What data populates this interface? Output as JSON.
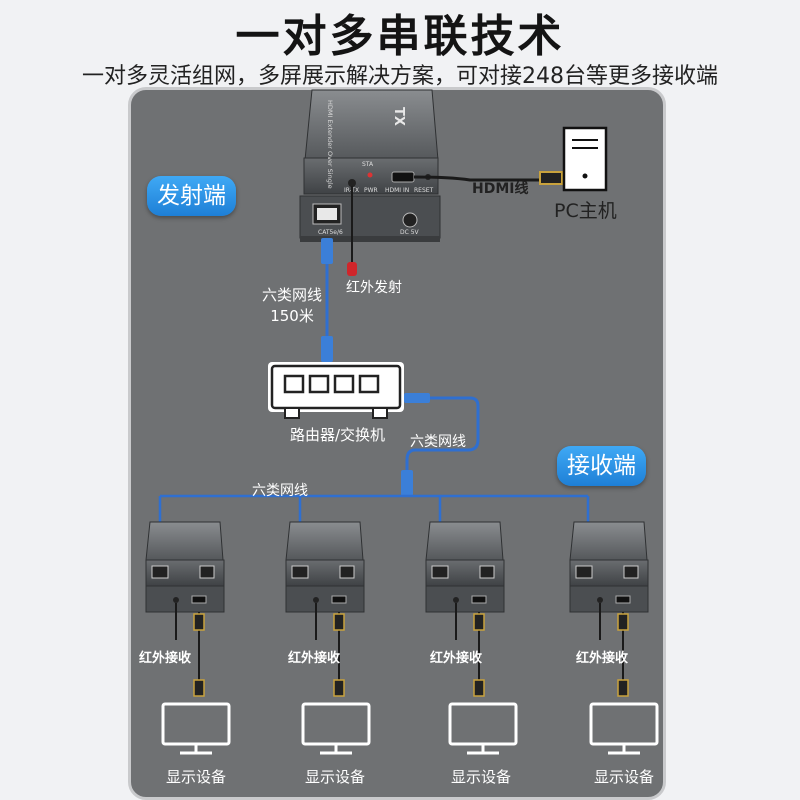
{
  "header": {
    "title": "一对多串联技术",
    "subtitle": "一对多灵活组网，多屏展示解决方案，可对接248台等更多接收端"
  },
  "badges": {
    "transmitter": "发射端",
    "receiver": "接收端"
  },
  "transmitter": {
    "top_text": "HDMI Extender Over Single",
    "brand": "TX",
    "ports_top": [
      "STA",
      "IR-TX",
      "PWR",
      "HDMI IN",
      "RESET"
    ],
    "ports_bottom": [
      "CAT5e/6",
      "DC 5V"
    ]
  },
  "labels": {
    "hdmi_cable": "HDMI线",
    "pc": "PC主机",
    "ir_transmit": "红外发射",
    "cat6_line1": "六类网线",
    "cat6_line2": "150米",
    "switch": "路由器/交换机",
    "cat6_switch": "六类网线",
    "cat6_bus": "六类网线"
  },
  "receivers": [
    {
      "ir": "红外接收",
      "display": "显示设备"
    },
    {
      "ir": "红外接收",
      "display": "显示设备"
    },
    {
      "ir": "红外接收",
      "display": "显示设备"
    },
    {
      "ir": "红外接收",
      "display": "显示设备"
    }
  ],
  "colors": {
    "panel": "#6f7173",
    "badge": "#2a8fe6",
    "cable": "#2f6fd0",
    "ir_red": "#d0262b"
  }
}
